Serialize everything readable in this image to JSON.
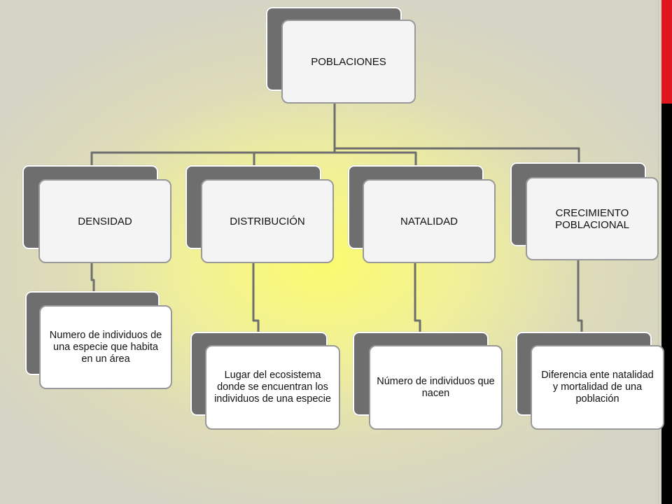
{
  "diagram": {
    "root": "POBLACIONES",
    "categories": [
      {
        "title": "DENSIDAD",
        "description": "Numero de individuos de una especie que habita en un área"
      },
      {
        "title": "DISTRIBUCIÓN",
        "description": "Lugar del ecosistema donde se encuentran los individuos de una especie"
      },
      {
        "title": "NATALIDAD",
        "description": "Número de individuos que nacen"
      },
      {
        "title": "CRECIMIENTO POBLACIONAL",
        "description": "Diferencia ente natalidad y mortalidad de una población"
      }
    ]
  },
  "colors": {
    "accent_red": "#e0161f",
    "accent_black": "#000000",
    "box_back": "#6e6e6e",
    "box_front": "#f4f4f4",
    "connector": "#6e6e6e"
  }
}
